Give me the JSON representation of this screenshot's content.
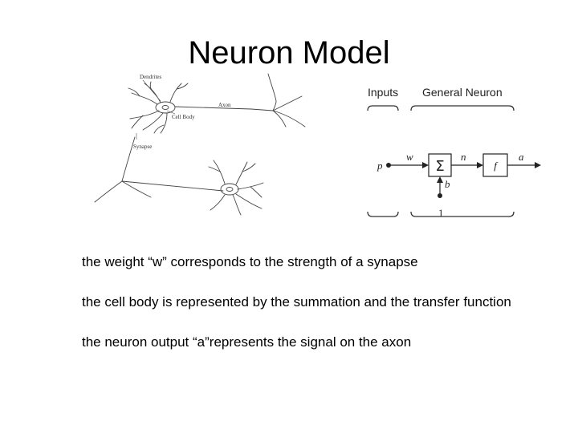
{
  "slide": {
    "title": "Neuron Model"
  },
  "biology_figure": {
    "labels": {
      "dendrites": "Dendrites",
      "axon": "Axon",
      "cell_body": "Cell Body",
      "synapse": "Synapse"
    }
  },
  "neuron_diagram": {
    "inputs_label": "Inputs",
    "general_neuron_label": "General Neuron",
    "input_symbol": "p",
    "weight_symbol": "w",
    "sum_symbol": "Σ",
    "net_symbol": "n",
    "transfer_symbol": "f",
    "output_symbol": "a",
    "bias_symbol": "b",
    "bias_input": "1"
  },
  "bullets": [
    "the weight “w” corresponds to the strength of a synapse",
    "the cell body is represented by the summation and the transfer function",
    "the neuron output “a”represents the signal on the axon"
  ]
}
